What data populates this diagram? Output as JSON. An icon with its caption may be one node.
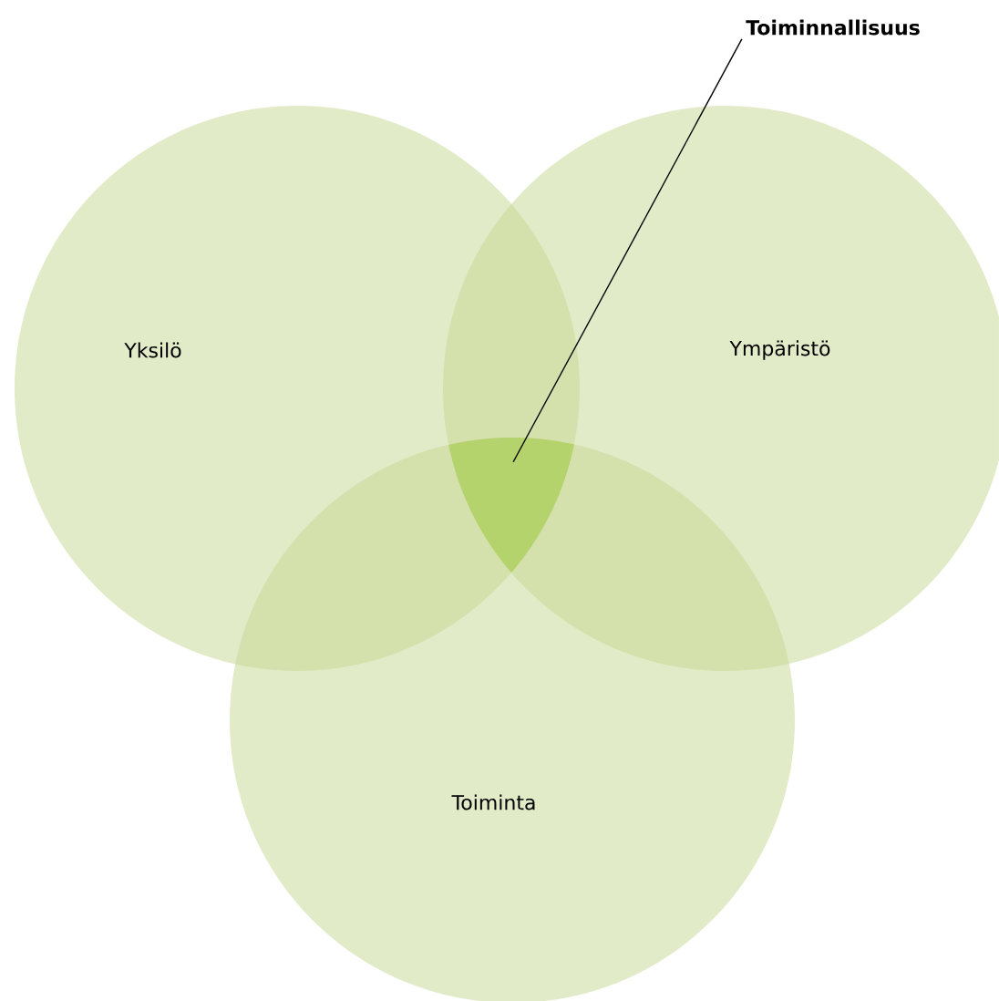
{
  "diagram": {
    "nodes": [
      {
        "text": [
          "Yksilö"
        ]
      },
      {
        "text": [
          "Ympäristö"
        ]
      },
      {
        "text": [
          "Toiminta"
        ]
      },
      {
        "text": [
          "Toiminnallisuus"
        ]
      },
      {
        "text": [],
        "shape": "triangle"
      }
    ],
    "edges": [
      {
        "from": 3,
        "to": 4,
        "arrow": "none"
      }
    ]
  }
}
